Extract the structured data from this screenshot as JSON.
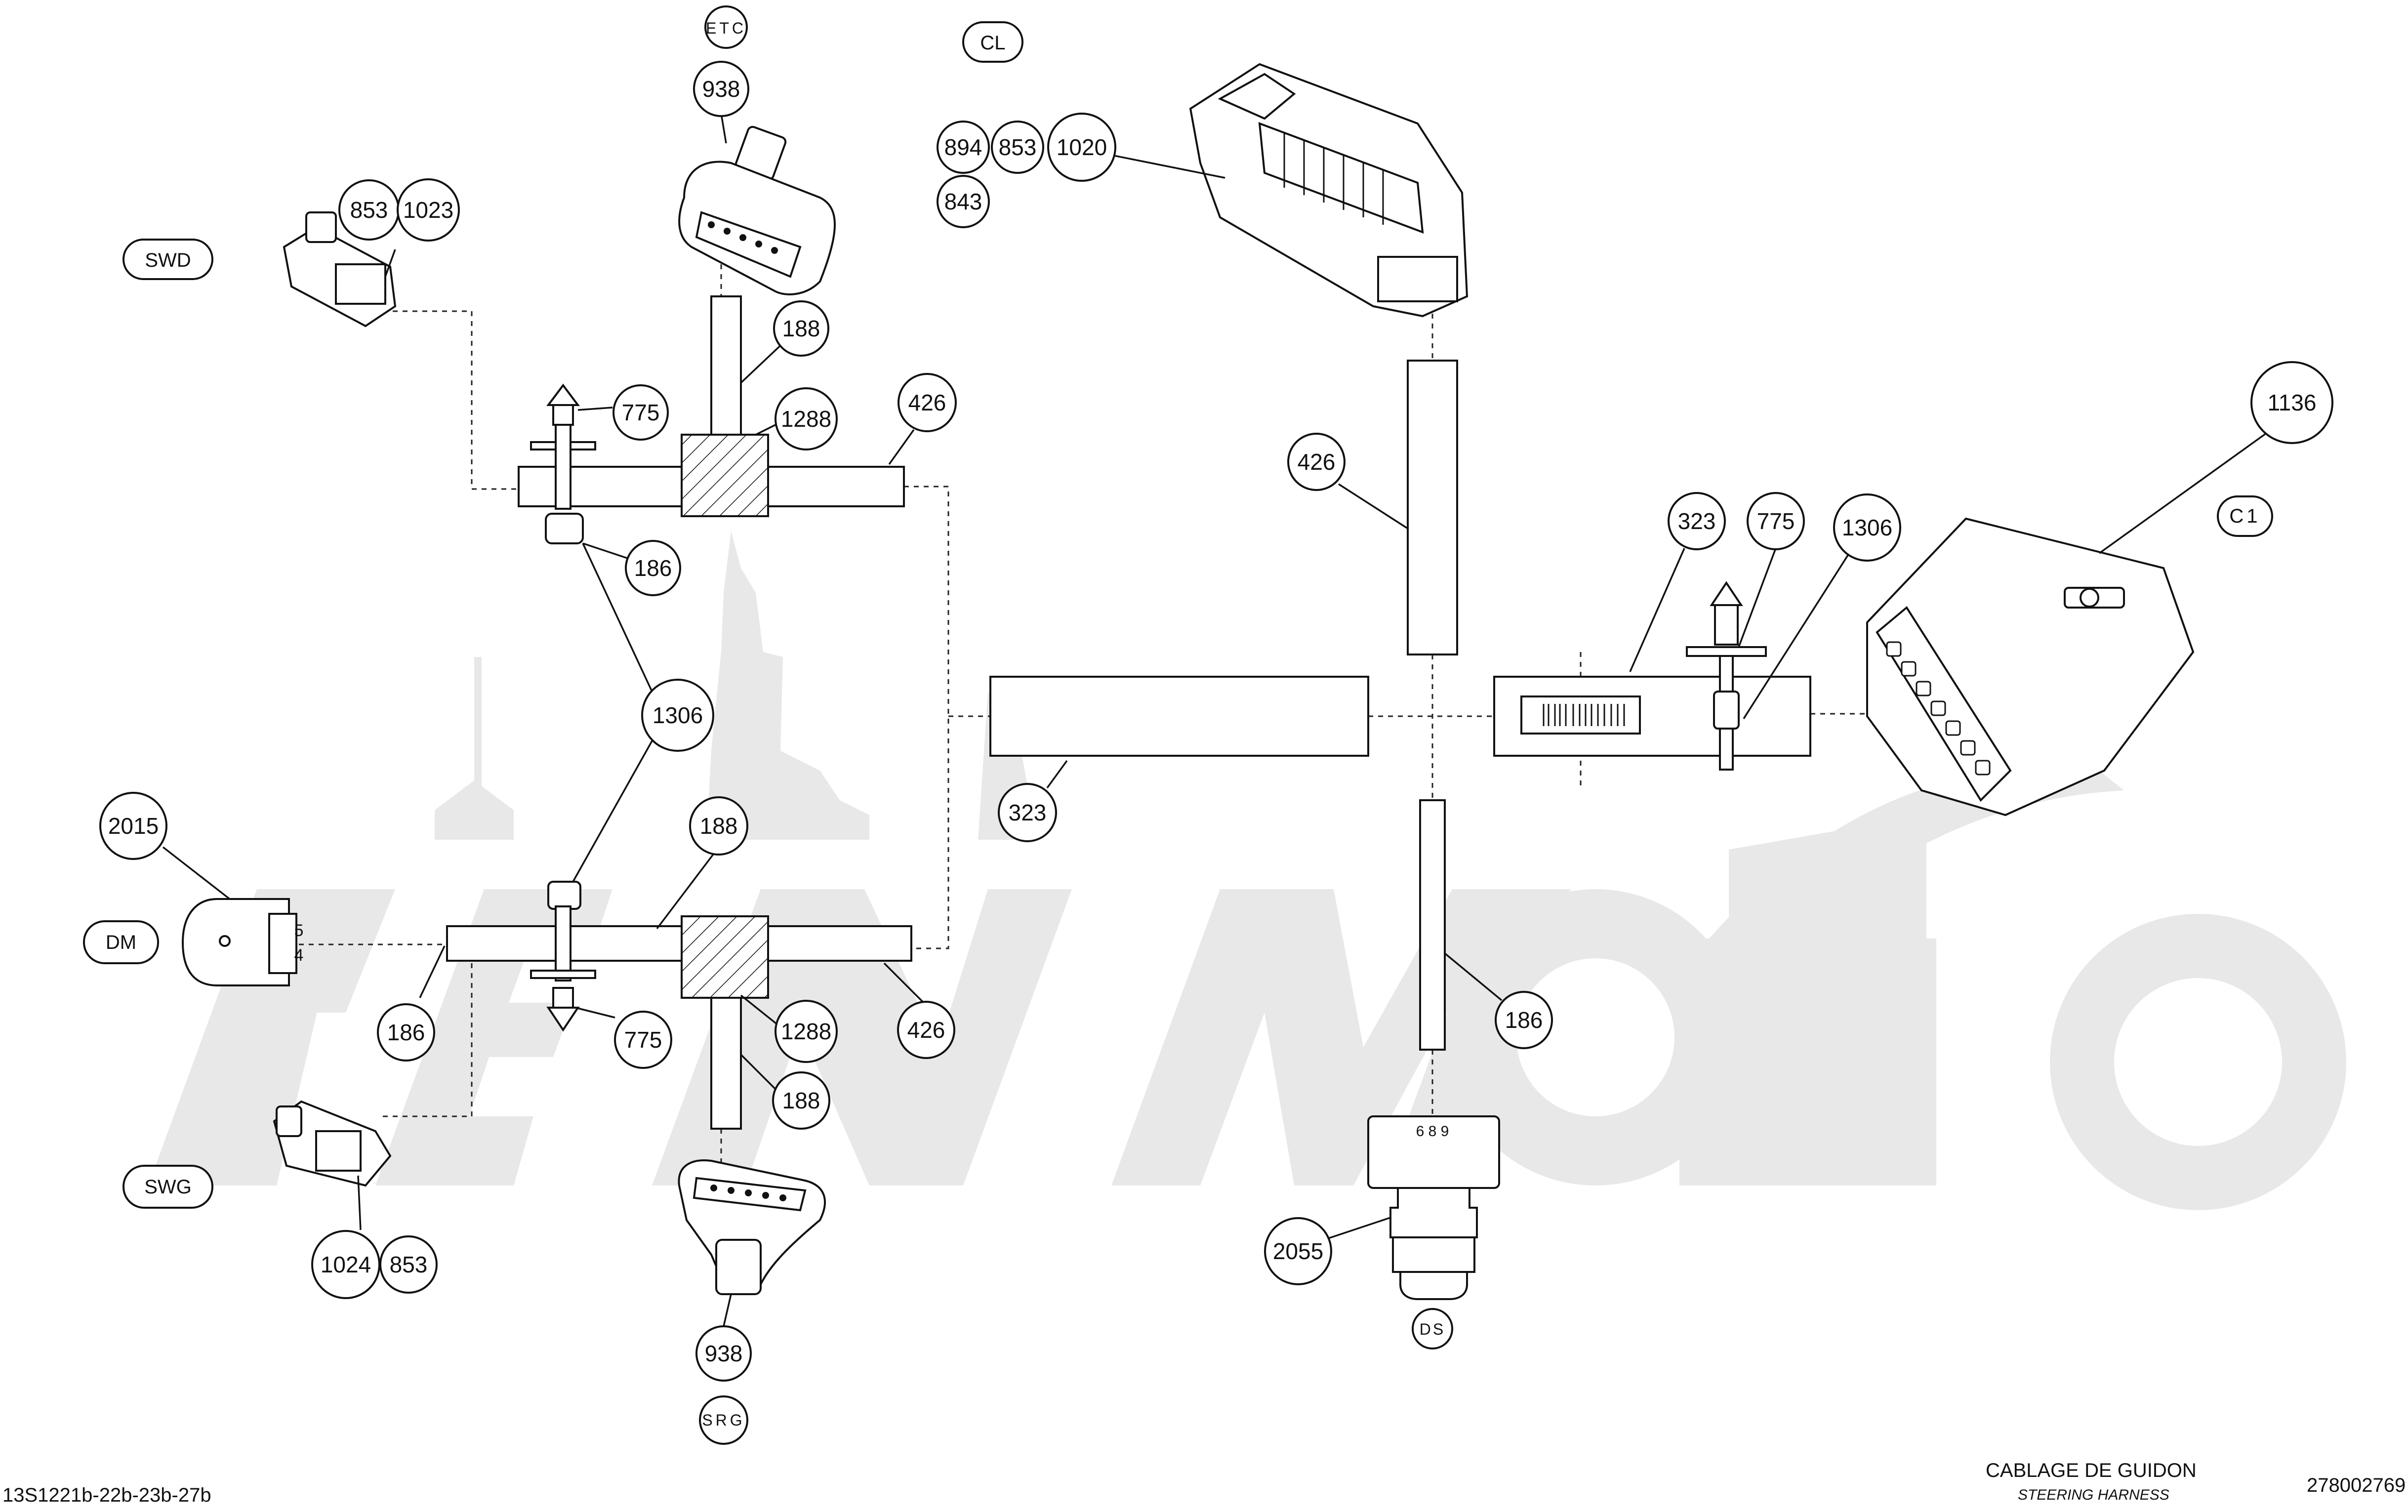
{
  "callouts": {
    "n938_top": "938",
    "n853_swd": "853",
    "n1023": "1023",
    "n188_top": "188",
    "n775_top": "775",
    "n1288_top": "1288",
    "n426_topleft": "426",
    "n186_top": "186",
    "n1306": "1306",
    "n894": "894",
    "n853_cl": "853",
    "n1020": "1020",
    "n843": "843",
    "n426_center": "426",
    "n323_right": "323",
    "n775_right": "775",
    "n1306_right": "1306",
    "n1136": "1136",
    "n323_center": "323",
    "n2015": "2015",
    "n188_bottom": "188",
    "n186_left": "186",
    "n775_bottom": "775",
    "n1288_bottom": "1288",
    "n426_bottom": "426",
    "n188_lower": "188",
    "n186_right": "186",
    "n1024": "1024",
    "n853_swg": "853",
    "n938_bottom": "938",
    "n2055": "2055"
  },
  "connectors": {
    "etc": "ETC",
    "cl": "CL",
    "swd": "SWD",
    "c1": "C1",
    "dm": "DM",
    "swg": "SWG",
    "srg": "SRG",
    "ds": "DS"
  },
  "pin_labels": {
    "dm_pin_5": "5",
    "dm_pin_4": "4",
    "ds_pins": "6 8 9"
  },
  "footer": {
    "diagram_ref": "13S1221b-22b-23b-27b",
    "title_fr": "CABLAGE DE GUIDON",
    "title_en": "STEERING HARNESS",
    "part_number": "278002769"
  }
}
